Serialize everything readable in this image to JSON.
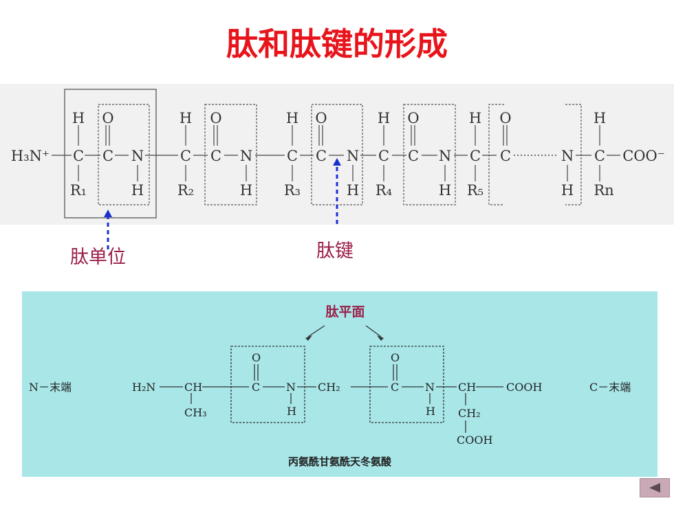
{
  "title": "肽和肽键的形成",
  "fig1": {
    "h3n": "H₃N⁺",
    "coo": "COO⁻",
    "rgroups": [
      "R₁",
      "R₂",
      "R₃",
      "R₄",
      "R₅",
      "Rn"
    ],
    "labels": {
      "peptide_unit": "肽单位",
      "peptide_bond": "肽键"
    }
  },
  "fig2": {
    "label_plane": "肽平面",
    "n_terminal": "N－末端",
    "c_terminal": "C－末端",
    "h2n": "H₂N",
    "ch": "CH",
    "ch2": "CH₂",
    "ch3": "CH₃",
    "cooh": "COOH",
    "name": "丙氨酰甘氨酰天冬氨酸"
  },
  "nav": {
    "back_icon": "◀"
  },
  "colors": {
    "title": "#e8141b",
    "label": "#9b1e47",
    "arrow": "#1a2fd0",
    "panel2": "#a8e6e8"
  }
}
